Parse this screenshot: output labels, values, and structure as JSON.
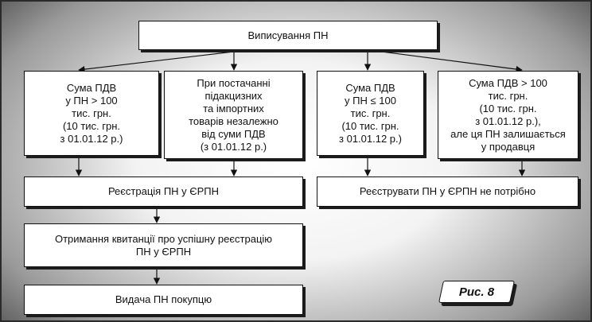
{
  "diagram": {
    "top": "Виписування ПН",
    "branches": [
      {
        "lines": [
          "Сума ПДВ",
          "у ПН > 100",
          "тис. грн.",
          "(10 тис. грн.",
          "з 01.01.12 р.)"
        ]
      },
      {
        "lines": [
          "При постачанні",
          "підакцизних",
          "та імпортних",
          "товарів незалежно",
          "від суми ПДВ",
          "(з 01.01.12 р.)"
        ]
      },
      {
        "lines": [
          "Сума ПДВ",
          "у ПН ≤ 100",
          "тис. грн.",
          "(10 тис. грн.",
          "з 01.01.12 р.)"
        ]
      },
      {
        "lines": [
          "Сума ПДВ > 100",
          "тис. грн.",
          "(10 тис. грн.",
          "з 01.01.12 р.),",
          "але ця ПН залишається",
          "у продавця"
        ]
      }
    ],
    "register": "Реєстрація ПН у ЄРПН",
    "no_register": "Реєструвати ПН у ЄРПН не потрібно",
    "receipt": [
      "Отримання квитанції про успішну реєстрацію",
      "ПН у ЄРПН"
    ],
    "issue": "Видача ПН покупцю",
    "figure_label": "Рис. 8"
  }
}
